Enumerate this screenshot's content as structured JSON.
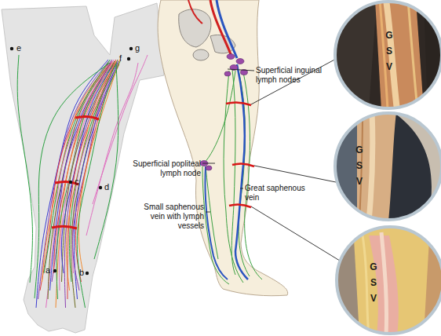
{
  "diagram": {
    "nodes": [
      {
        "text": [
          "GSV"
        ]
      },
      {
        "text": [
          "GSV"
        ]
      },
      {
        "text": [
          "GSV"
        ]
      }
    ],
    "labels": [
      "e",
      "f",
      "g",
      "c",
      "d",
      "a",
      "b",
      "Superficial inguinal lymph nodes",
      "Superficial popliteal lymph node",
      "Great saphenous vein",
      "Small saphenous vein with lymph vessels"
    ]
  }
}
